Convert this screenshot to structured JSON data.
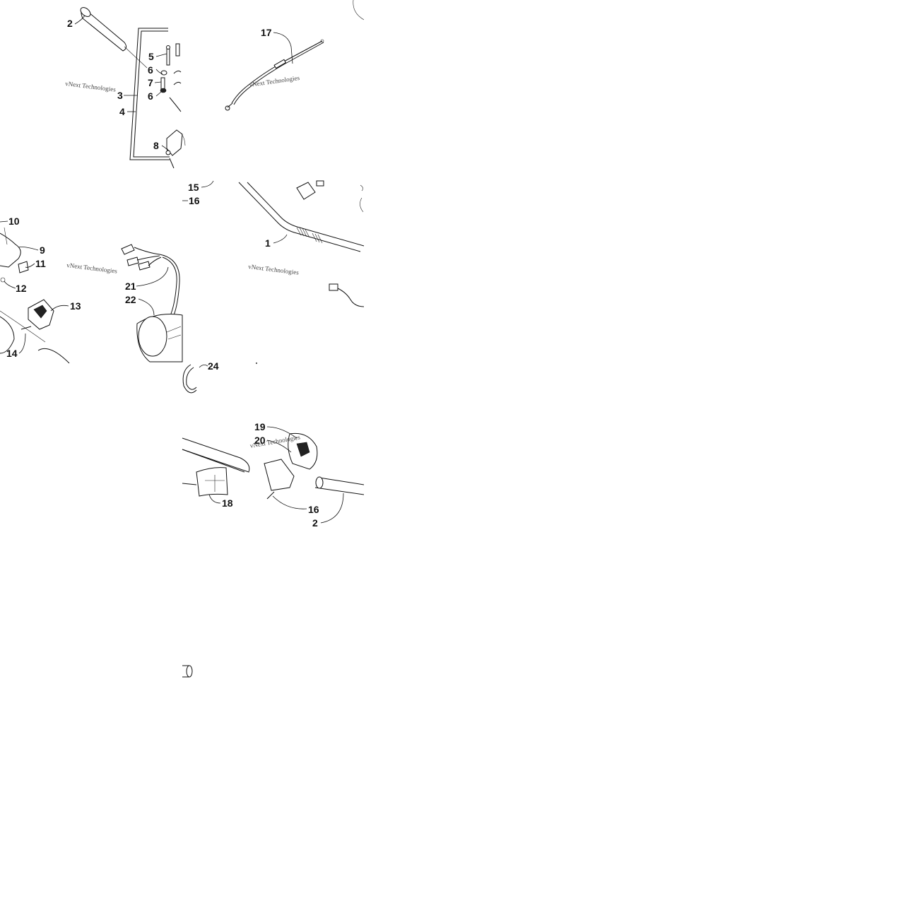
{
  "watermark": {
    "text": "vNext Technologies"
  },
  "callouts": {
    "c2_top": "2",
    "c5": "5",
    "c6_a": "6",
    "c7": "7",
    "c3": "3",
    "c6_b": "6",
    "c4": "4",
    "c8": "8",
    "c17": "17",
    "c15": "15",
    "c16_a": "16",
    "c1": "1",
    "c10": "10",
    "c9": "9",
    "c11": "11",
    "c12": "12",
    "c13": "13",
    "c14": "14",
    "c21": "21",
    "c22": "22",
    "c24": "24",
    "c19": "19",
    "c20": "20",
    "c18": "18",
    "c16_b": "16",
    "c2_bottom": "2"
  }
}
